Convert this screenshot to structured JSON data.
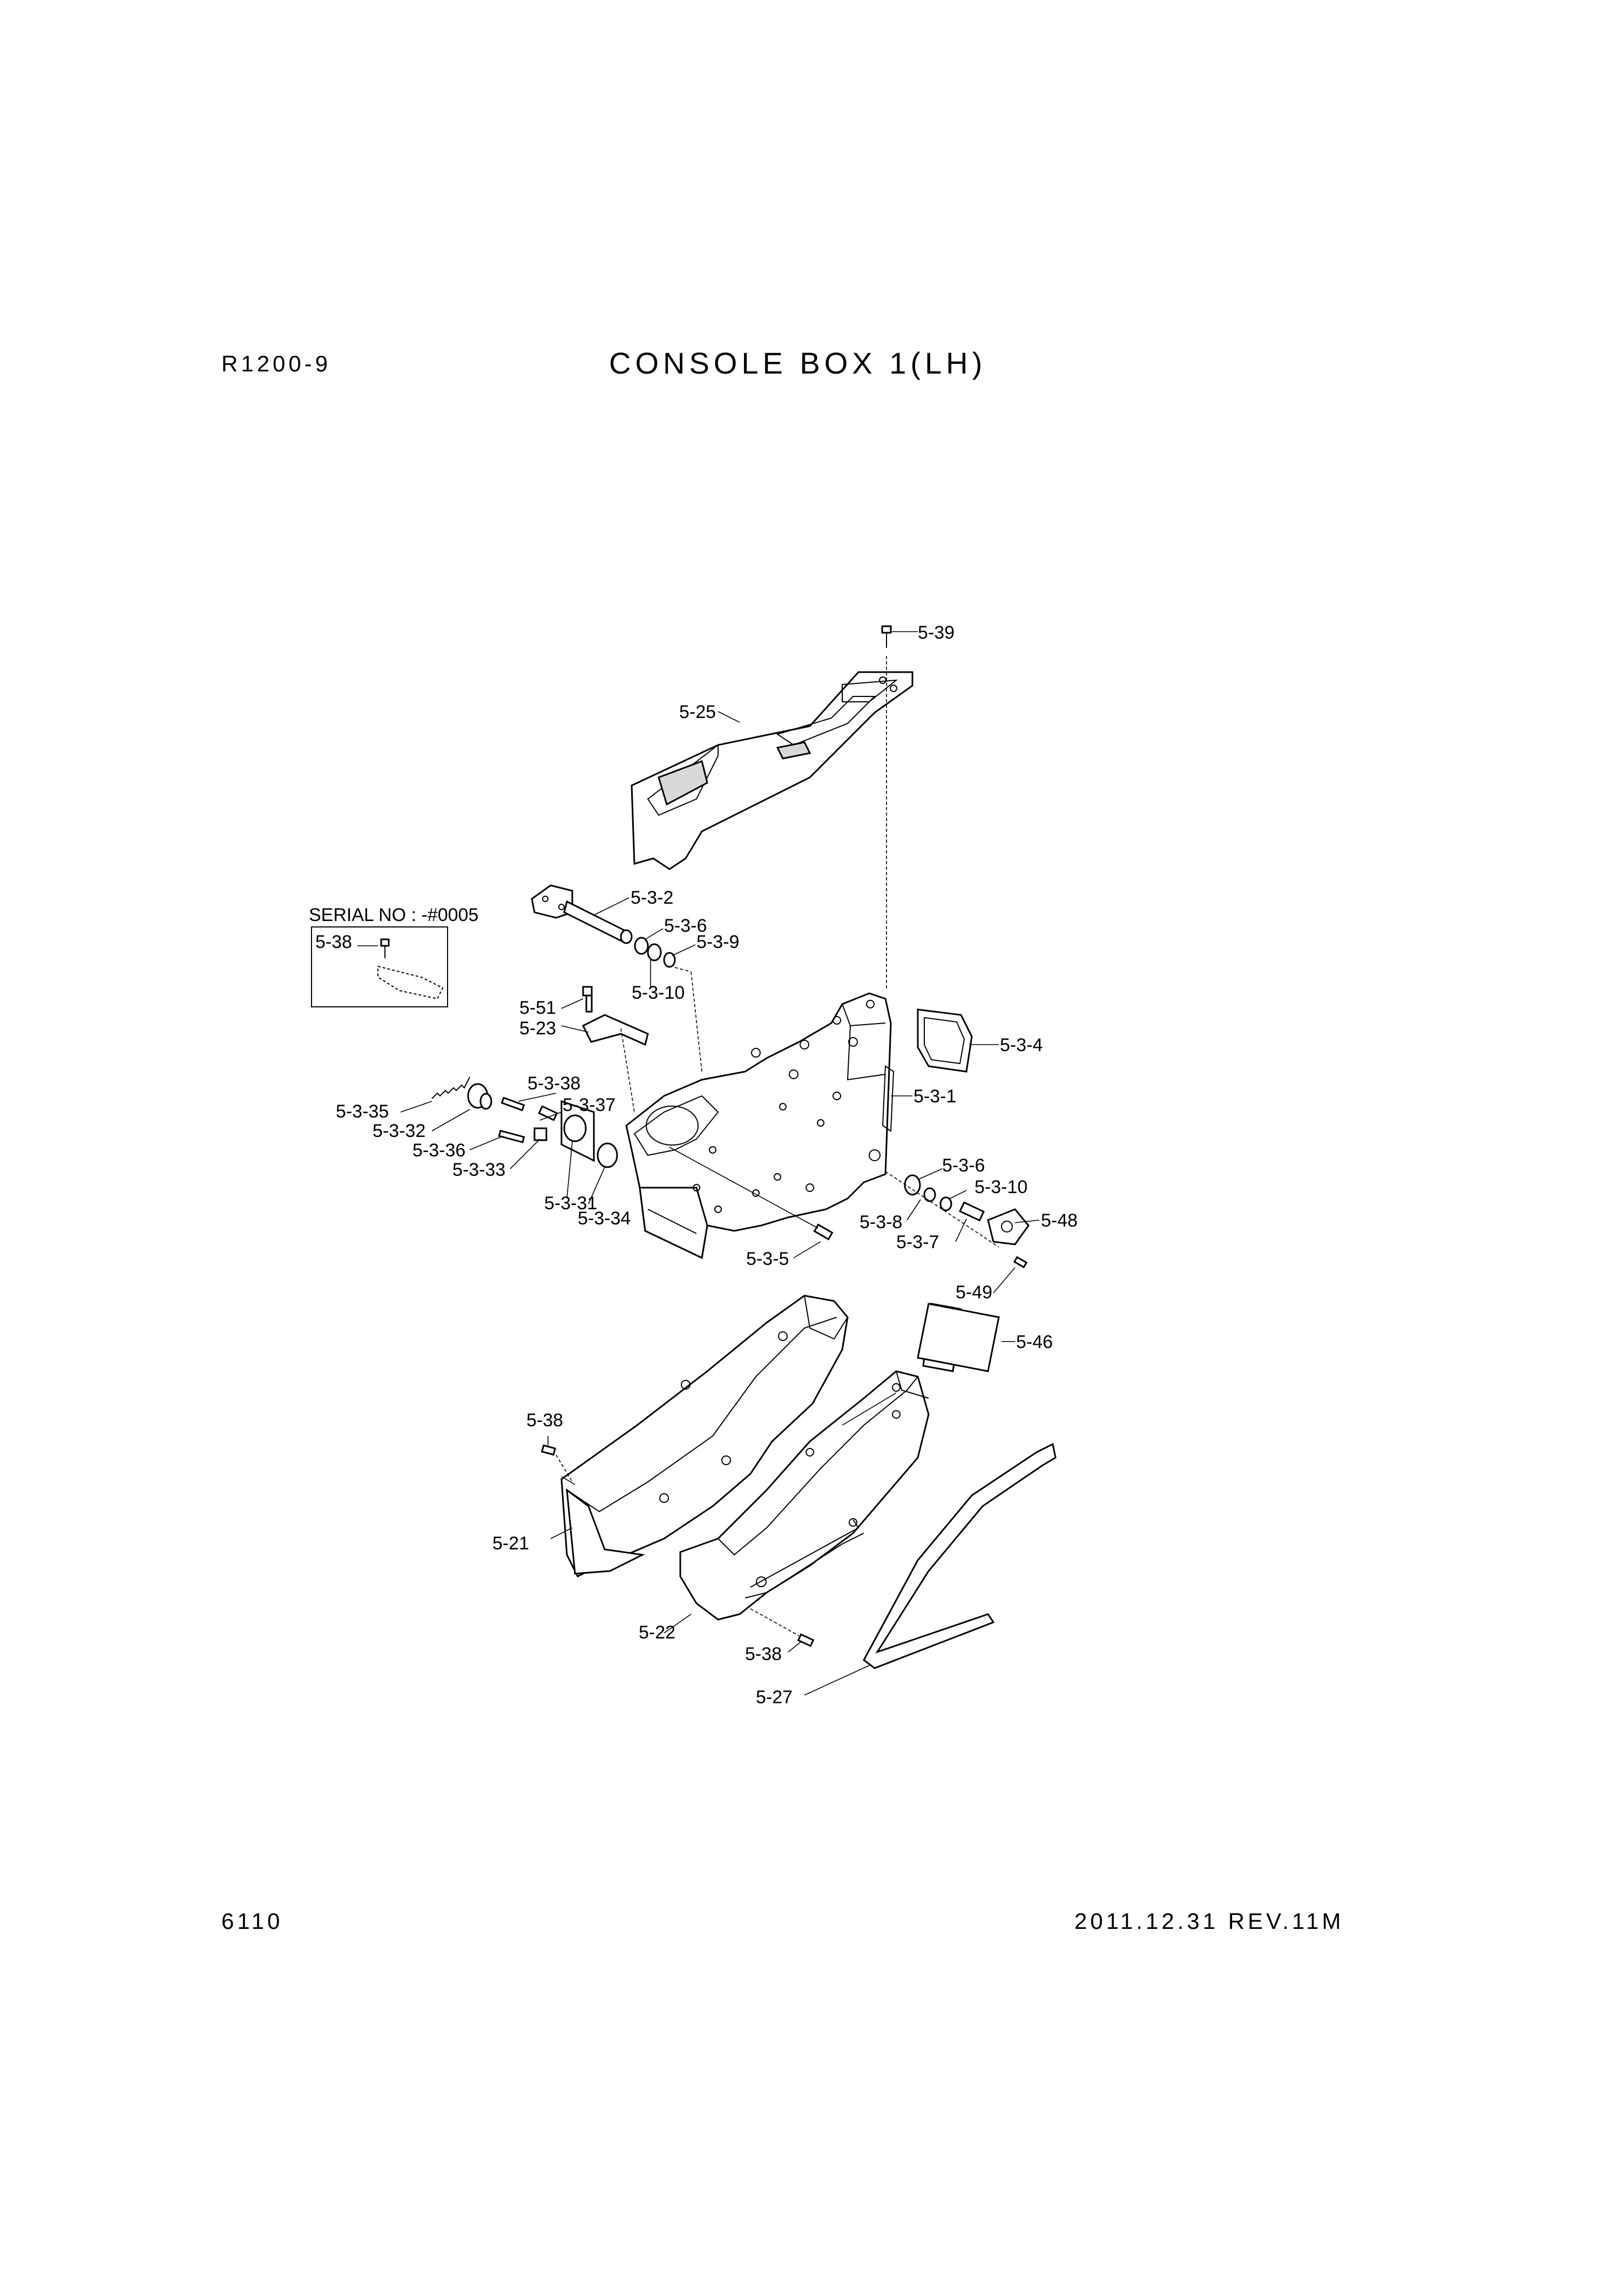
{
  "header": {
    "model": "R1200-9",
    "title": "CONSOLE BOX 1(LH)"
  },
  "footer": {
    "page_number": "6110",
    "revision": "2011.12.31  REV.11M"
  },
  "inset": {
    "serial_label": "SERIAL NO : -#0005",
    "part_label": "5-38"
  },
  "callouts": {
    "c_5_39": "5-39",
    "c_5_25": "5-25",
    "c_5_3_2": "5-3-2",
    "c_5_3_6a": "5-3-6",
    "c_5_3_9": "5-3-9",
    "c_5_3_10a": "5-3-10",
    "c_5_51": "5-51",
    "c_5_23": "5-23",
    "c_5_3_4": "5-3-4",
    "c_5_3_1": "5-3-1",
    "c_5_3_38": "5-3-38",
    "c_5_3_37": "5-3-37",
    "c_5_3_35": "5-3-35",
    "c_5_3_32": "5-3-32",
    "c_5_3_36": "5-3-36",
    "c_5_3_33": "5-3-33",
    "c_5_3_31": "5-3-31",
    "c_5_3_34": "5-3-34",
    "c_5_3_5": "5-3-5",
    "c_5_3_6b": "5-3-6",
    "c_5_3_10b": "5-3-10",
    "c_5_3_8": "5-3-8",
    "c_5_3_7": "5-3-7",
    "c_5_48": "5-48",
    "c_5_49": "5-49",
    "c_5_46": "5-46",
    "c_5_38a": "5-38",
    "c_5_21": "5-21",
    "c_5_22": "5-22",
    "c_5_38b": "5-38",
    "c_5_27": "5-27"
  }
}
